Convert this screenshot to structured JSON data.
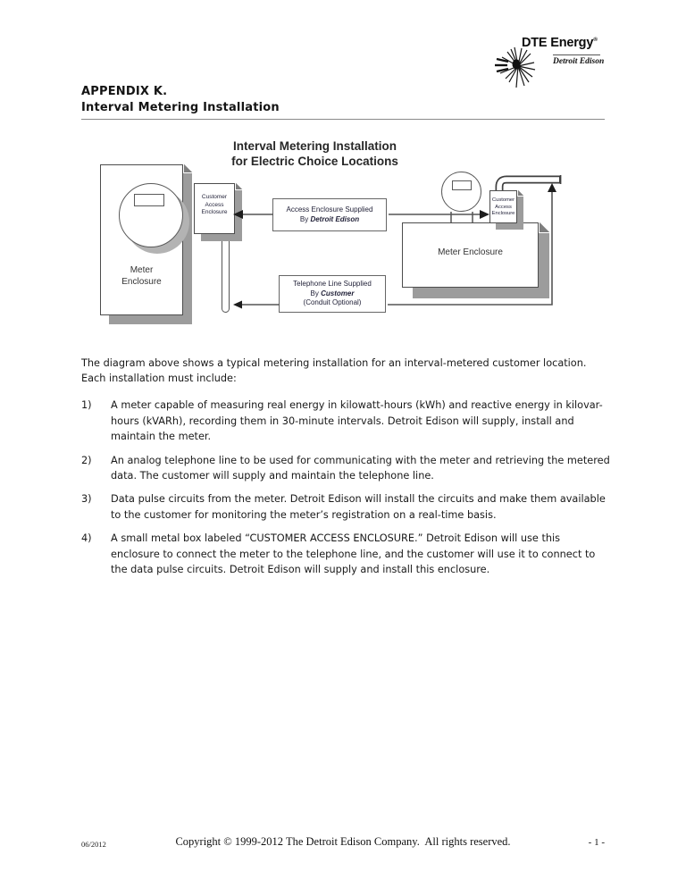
{
  "logo": {
    "brand": "DTE Energy",
    "registered_mark": "®",
    "subbrand": "Detroit Edison",
    "icon": "sunburst-face-icon"
  },
  "header": {
    "line1": "APPENDIX K.",
    "line2": "Interval Metering Installation"
  },
  "diagram": {
    "title_line1": "Interval Metering Installation",
    "title_line2": "for Electric Choice Locations",
    "left_meter_label": "Meter Enclosure",
    "left_access_label": "Customer Access Enclosure",
    "supplied_box_line1": "Access Enclosure Supplied",
    "supplied_box_by": "By ",
    "supplied_box_owner": "Detroit Edison",
    "phone_box_line1": "Telephone Line Supplied",
    "phone_box_by": "By ",
    "phone_box_owner": "Customer",
    "phone_box_line3": "(Conduit Optional)",
    "right_access_label": "Customer Access Enclosure",
    "right_meter_label": "Meter Enclosure"
  },
  "body": {
    "intro": "The diagram above shows a typical metering installation for an interval-metered customer location. Each installation must include:",
    "items": [
      {
        "num": "1)",
        "text": "A meter capable of measuring real energy in kilowatt-hours (kWh) and reactive energy in kilovar-hours (kVARh), recording them in 30-minute intervals. Detroit Edison will supply, install and maintain the meter."
      },
      {
        "num": "2)",
        "text": "An analog telephone line to be used for communicating with the meter and retrieving the metered data. The customer will supply and maintain the telephone line."
      },
      {
        "num": "3)",
        "text": "Data pulse circuits from the meter. Detroit Edison will install the circuits and make them available to the customer for monitoring the meter’s registration on a real-time basis."
      },
      {
        "num": "4)",
        "text": "A small metal box labeled “CUSTOMER ACCESS ENCLOSURE.” Detroit Edison will use this enclosure to connect the meter to the telephone line, and the customer will use it to connect to the data pulse circuits. Detroit Edison will supply and install this enclosure."
      }
    ]
  },
  "footer": {
    "date": "06/2012",
    "copyright": "Copyright © 1999-2012 The Detroit Edison Company.  All rights reserved.",
    "page": "- 1 -"
  },
  "colors": {
    "page_bg": "#ffffff",
    "body_text": "#1a1a1a",
    "diagram_line": "#555555",
    "extrusion_gray": "#9c9c9c"
  }
}
